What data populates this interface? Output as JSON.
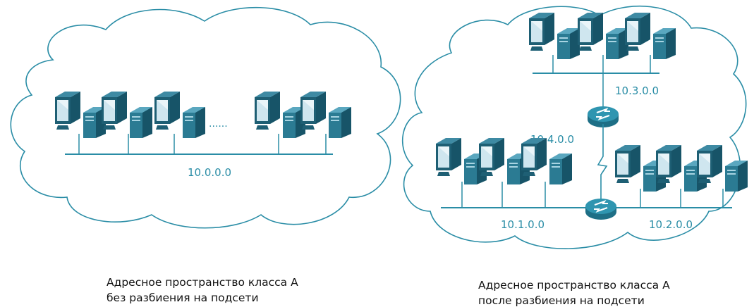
{
  "left_diagram": {
    "network_label": "10.0.0.0",
    "ellipsis": "......",
    "caption_line1": "Адресное пространство класса А",
    "caption_line2": "без разбиения на подсети"
  },
  "right_diagram": {
    "subnet_top": "10.3.0.0",
    "subnet_link": "10.4.0.0",
    "subnet_left": "10.1.0.0",
    "subnet_right": "10.2.0.0",
    "caption_line1": "Адресное пространство класса А",
    "caption_line2": "после разбиения на подсети"
  },
  "colors": {
    "line": "#2a8da6",
    "monitor": "#1e5f74",
    "screen": "#cfe6ef",
    "tower": "#2b7b93",
    "router": "#2a8da6"
  }
}
